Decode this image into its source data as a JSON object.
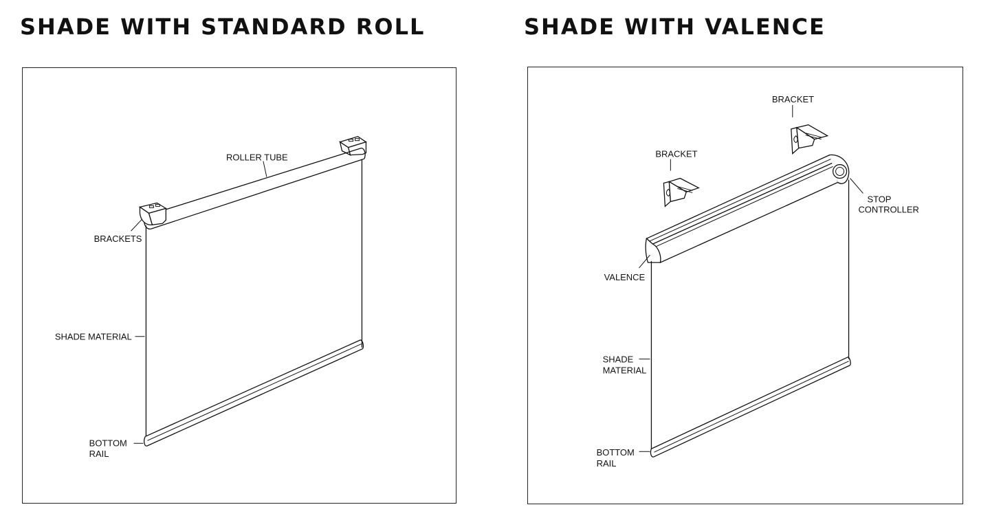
{
  "left_panel": {
    "title": "SHADE WITH STANDARD ROLL",
    "labels": {
      "roller_tube": "ROLLER TUBE",
      "brackets": "BRACKETS",
      "shade_material": "SHADE MATERIAL",
      "bottom": "BOTTOM",
      "rail": "RAIL"
    }
  },
  "right_panel": {
    "title": "SHADE WITH VALENCE",
    "labels": {
      "bracket_top": "BRACKET",
      "bracket_left": "BRACKET",
      "stop": "STOP",
      "controller": "CONTROLLER",
      "valence": "VALENCE",
      "shade": "SHADE",
      "material": "MATERIAL",
      "bottom": "BOTTOM",
      "rail": "RAIL"
    }
  }
}
